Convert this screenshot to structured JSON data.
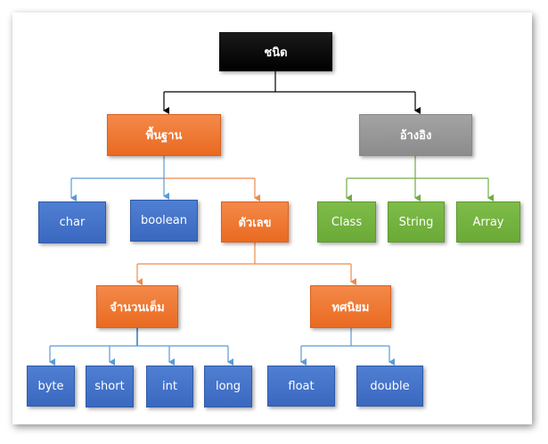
{
  "colors": {
    "orange_line": "#f08a4b",
    "blue_line": "#5b9bd5",
    "green_line": "#70ad47",
    "black_line": "#000000"
  },
  "nodes": {
    "root": "ชนิด",
    "primitive": "พื้นฐาน",
    "reference": "อ้างอิง",
    "char": "char",
    "boolean": "boolean",
    "numeric": "ตัวเลข",
    "class": "Class",
    "string": "String",
    "array": "Array",
    "integer": "จำนวนเต็ม",
    "decimal": "ทศนิยม",
    "byte": "byte",
    "short": "short",
    "int": "int",
    "long": "long",
    "float": "float",
    "double": "double"
  }
}
